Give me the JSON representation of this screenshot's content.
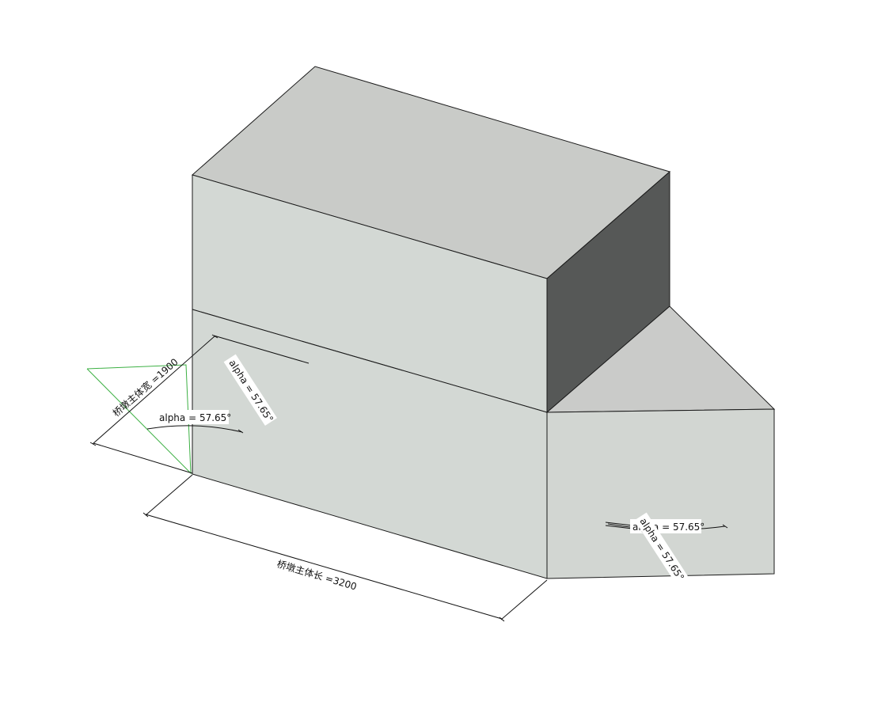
{
  "colors": {
    "background": "#ffffff",
    "top_face": "#c9cbc8",
    "front_face": "#d3d8d4",
    "dark_side_face": "#565857",
    "wing_top_face": "#cacbc9",
    "wing_front_face": "#d2d6d2",
    "edge": "#1a1a1a",
    "reference_line": "#3cb043"
  },
  "dimensions": {
    "length_label": "桥墩主体长 =3200",
    "width_label": "桥墩主体宽 =1900"
  },
  "angles": {
    "front_angle_label": "alpha = 57.65°",
    "front_rotated_label": "alpha = 57.65°",
    "wing_angle_label": "alpha = 57.65°",
    "wing_rotated_label": "alpha = 57.65°"
  }
}
